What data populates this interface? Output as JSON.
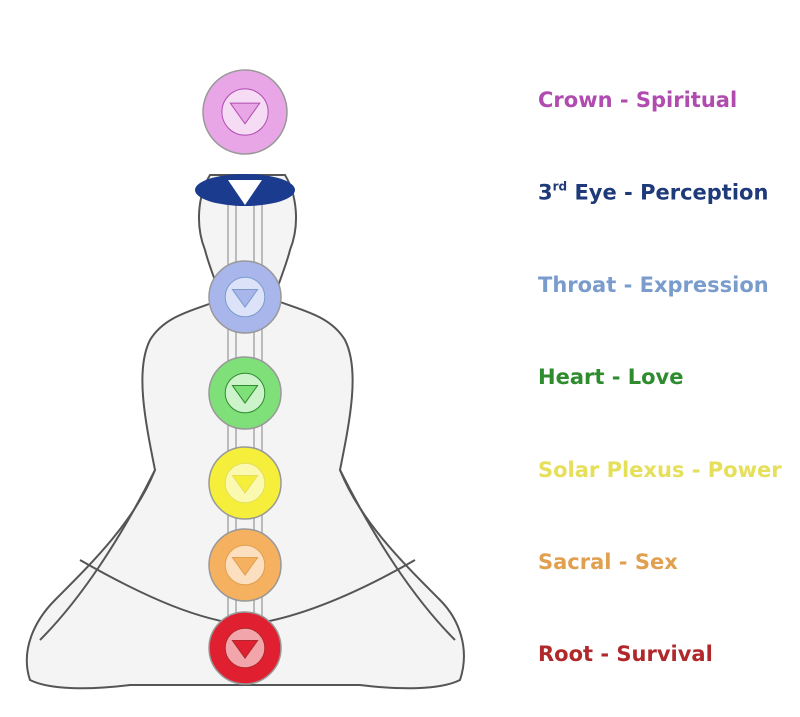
{
  "chakras": [
    {
      "name": "Crown",
      "meaning": "Spiritual",
      "color": "#b04bb0",
      "fill": "#e9a6e6"
    },
    {
      "num": "3",
      "sup": "rd",
      "name": "Eye",
      "meaning": "Perception",
      "color": "#1f3a7a",
      "fill": "#1b3b8f"
    },
    {
      "name": "Throat",
      "meaning": "Expression",
      "color": "#7a9ccc",
      "fill": "#a9b6ec"
    },
    {
      "name": "Heart",
      "meaning": "Love",
      "color": "#2e8b2e",
      "fill": "#7fe07a"
    },
    {
      "name": "Solar Plexus",
      "meaning": "Power",
      "color": "#e6df5a",
      "fill": "#f5ee3a"
    },
    {
      "name": "Sacral",
      "meaning": "Sex",
      "color": "#e0a050",
      "fill": "#f5b060"
    },
    {
      "name": "Root",
      "meaning": "Survival",
      "color": "#b0282a",
      "fill": "#e02030"
    }
  ],
  "separator": " - "
}
